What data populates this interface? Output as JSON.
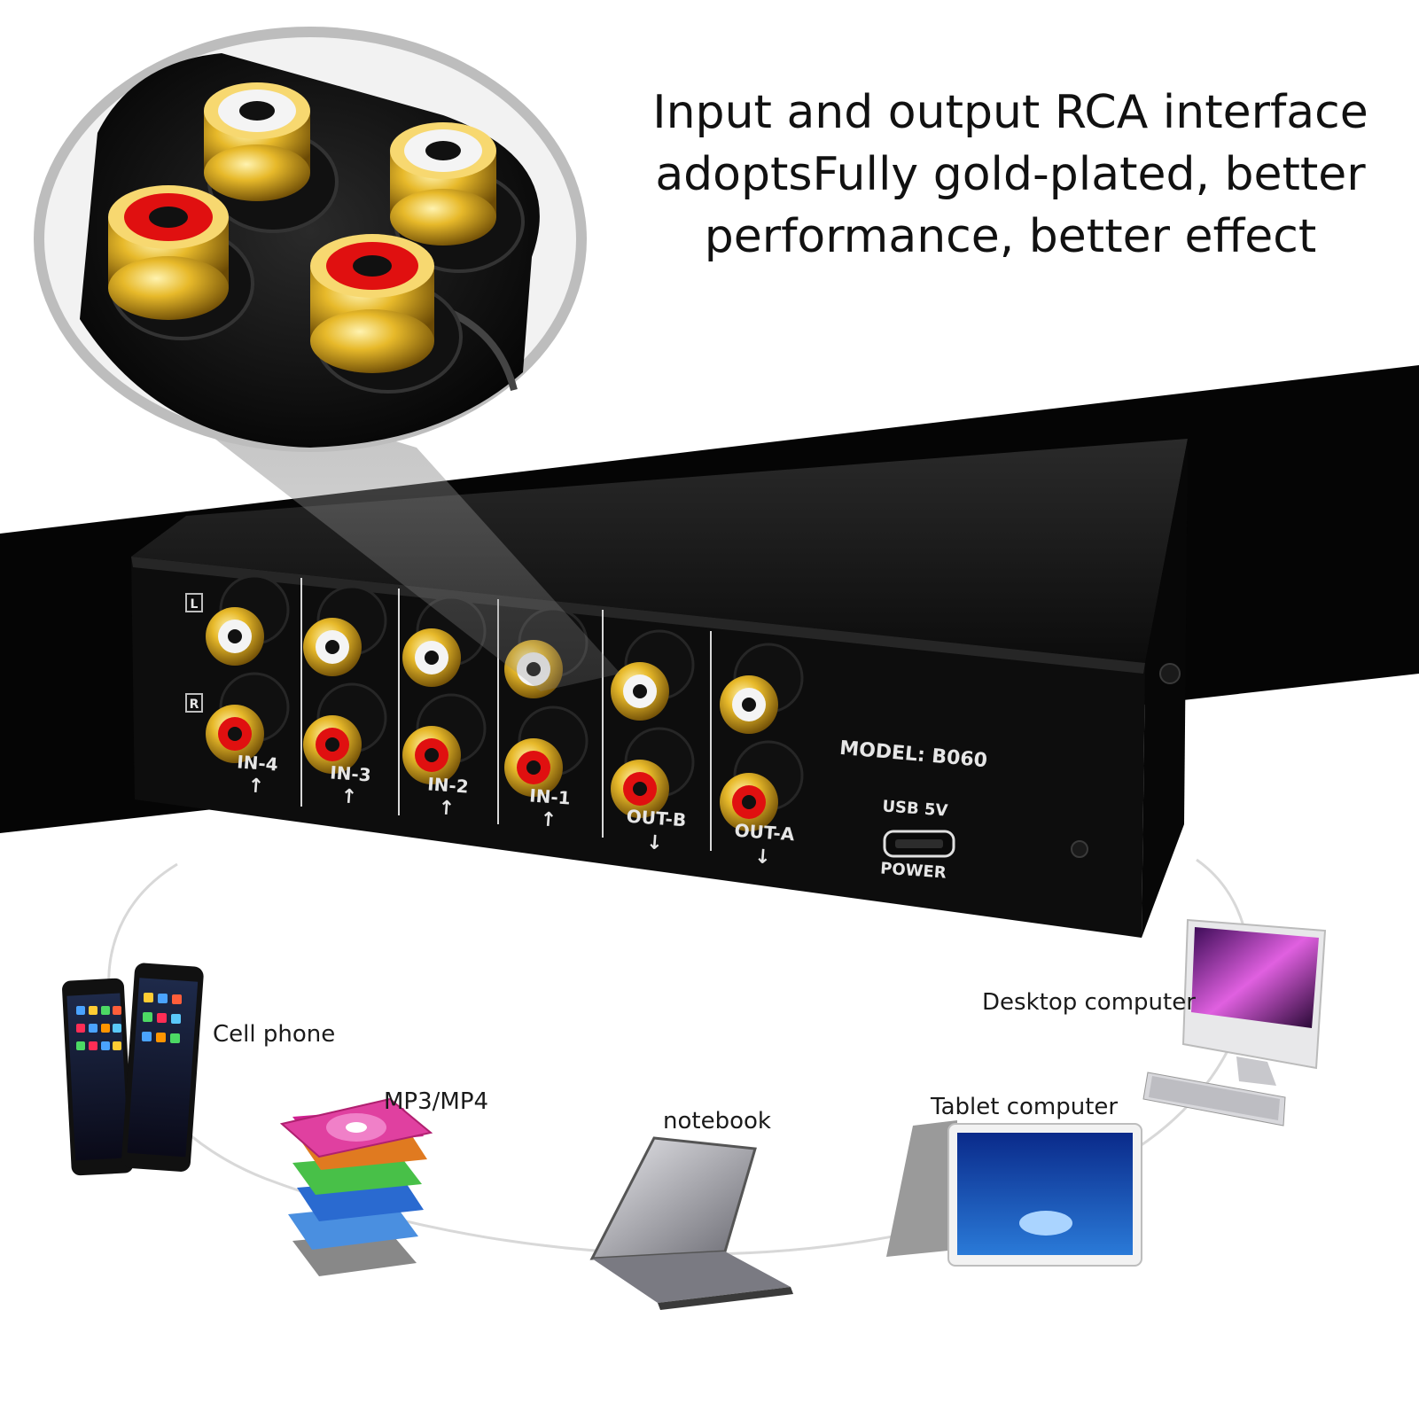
{
  "headline": {
    "line1": "Input and output RCA interface",
    "line2": "adoptsFully gold-plated, better",
    "line3": "performance, better effect"
  },
  "device": {
    "model_label": "MODEL:  B060",
    "usb_label": "USB 5V",
    "power_label": "POWER",
    "channel_l": "L",
    "channel_r": "R",
    "ports": [
      "IN-4",
      "IN-3",
      "IN-2",
      "IN-1",
      "OUT-B",
      "OUT-A"
    ],
    "input_arrow": "↑",
    "output_arrow": "↓"
  },
  "connected_devices": {
    "cell_phone": "Cell phone",
    "mp3": "MP3/MP4",
    "notebook": "notebook",
    "tablet": "Tablet computer",
    "desktop": "Desktop computer"
  },
  "colors": {
    "gold": "#d9a91c",
    "red_insulator": "#e01010",
    "white_insulator": "#f4f4f4",
    "chassis": "#0d0d0d"
  }
}
